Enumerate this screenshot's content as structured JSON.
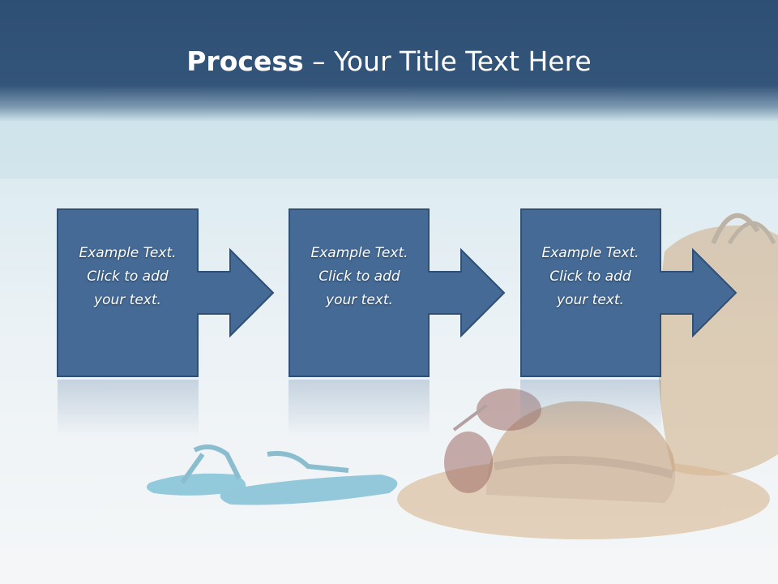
{
  "slide": {
    "title_bold": "Process",
    "title_rest": " – Your Title Text Here",
    "steps": [
      {
        "line1": "Example Text.",
        "line2": "Click  to add",
        "line3": "your text."
      },
      {
        "line1": "Example Text.",
        "line2": "Click  to add",
        "line3": "your text."
      },
      {
        "line1": "Example Text.",
        "line2": "Click  to add",
        "line3": "your text."
      }
    ]
  },
  "colors": {
    "title_band": "#2e4f74",
    "box_fill": "#446a95",
    "box_border": "#2f4f74",
    "text": "#ffffff"
  },
  "icons": [
    "flip-flops-image",
    "straw-hat-image",
    "sunglasses-image",
    "beach-bag-image"
  ]
}
